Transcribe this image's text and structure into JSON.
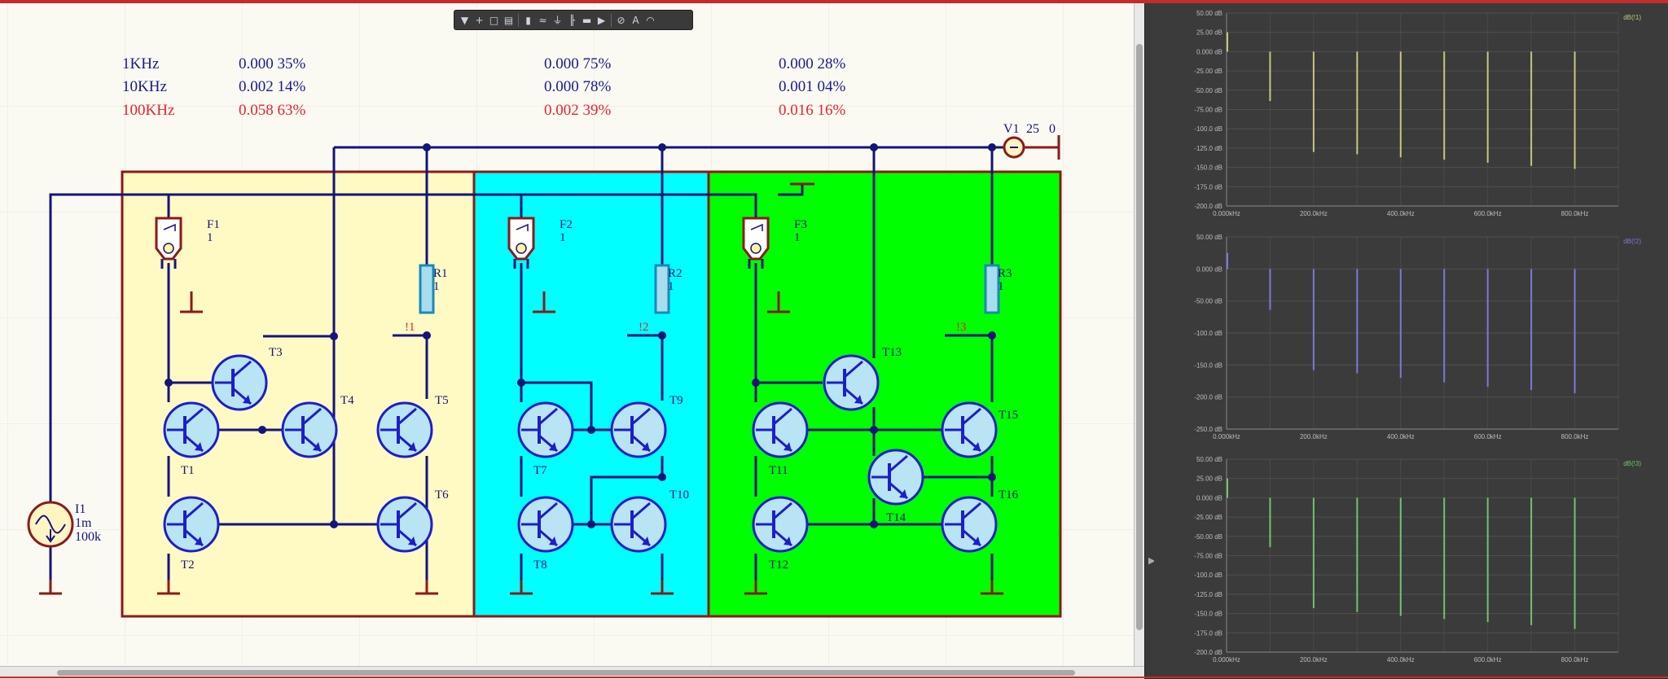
{
  "toolbar": {
    "buttons": [
      {
        "icon": "filter-icon",
        "glyph": "▼"
      },
      {
        "icon": "add-icon",
        "glyph": "+"
      },
      {
        "icon": "select-rect-icon",
        "glyph": "□"
      },
      {
        "icon": "align-icon",
        "glyph": "▤"
      },
      {
        "icon": "part-icon",
        "glyph": "▮"
      },
      {
        "icon": "wire-icon",
        "glyph": "≈"
      },
      {
        "icon": "ground-icon",
        "glyph": "⏚"
      },
      {
        "icon": "bus-icon",
        "glyph": "╟"
      },
      {
        "icon": "sheet-icon",
        "glyph": "▬"
      },
      {
        "icon": "port-icon",
        "glyph": "▶"
      },
      {
        "icon": "source-icon",
        "glyph": "⊘"
      },
      {
        "icon": "text-icon",
        "glyph": "A"
      },
      {
        "icon": "arc-icon",
        "glyph": "◠"
      }
    ]
  },
  "measurements": {
    "rows": [
      {
        "freq": "1KHz",
        "values": [
          "0.000 35%",
          "0.000 75%",
          "0.000 28%"
        ],
        "color": "#1a1a8a"
      },
      {
        "freq": "10KHz",
        "values": [
          "0.002 14%",
          "0.000 78%",
          "0.001 04%"
        ],
        "color": "#1a1a8a"
      },
      {
        "freq": "100KHz",
        "values": [
          "0.058 63%",
          "0.002 39%",
          "0.016 16%"
        ],
        "color": "#e8222a"
      }
    ]
  },
  "schematic": {
    "panel_colors": {
      "left": "#fff9c4",
      "middle": "#00ffff",
      "right": "#00ff00"
    },
    "fuses": [
      {
        "ref": "F1",
        "value": "1"
      },
      {
        "ref": "F2",
        "value": "1"
      },
      {
        "ref": "F3",
        "value": "1"
      }
    ],
    "resistors": [
      {
        "ref": "R1",
        "value": "1"
      },
      {
        "ref": "R2",
        "value": "1"
      },
      {
        "ref": "R3",
        "value": "1"
      }
    ],
    "probes": [
      "!1",
      "!2",
      "!3"
    ],
    "transistors": [
      "T1",
      "T2",
      "T3",
      "T4",
      "T5",
      "T6",
      "T7",
      "T8",
      "T9",
      "T10",
      "T11",
      "T12",
      "T13",
      "T14",
      "T15",
      "T16"
    ],
    "source_i1": {
      "ref": "I1",
      "line1": "1m",
      "line2": "100k"
    },
    "source_v1": {
      "ref": "V1",
      "value": "25",
      "extra": "0"
    }
  },
  "chart_data": [
    {
      "type": "bar",
      "trace": "dB(!1)",
      "color": "#c8c77a",
      "ylim": [
        -200,
        50
      ],
      "y_ticks": [
        "50.00 dB",
        "25.00 dB",
        "0.000 dB",
        "-25.00 dB",
        "-50.00 dB",
        "-75.00 dB",
        "-100.0 dB",
        "-125.0 dB",
        "-150.0 dB",
        "-175.0 dB",
        "-200.0 dB"
      ],
      "x_ticks": [
        "0.000kHz",
        "200.0kHz",
        "400.0kHz",
        "600.0kHz",
        "800.0kHz"
      ],
      "xlim": [
        0,
        900
      ],
      "x": [
        0,
        100,
        200,
        300,
        400,
        500,
        600,
        700,
        800
      ],
      "values": [
        25,
        -64,
        -130,
        -133,
        -137,
        -140,
        -144,
        -148,
        -152
      ]
    },
    {
      "type": "bar",
      "trace": "dB(!2)",
      "color": "#7a7bd6",
      "ylim": [
        -250,
        50
      ],
      "y_ticks": [
        "50.00 dB",
        "0.000 dB",
        "-50.00 dB",
        "-100.0 dB",
        "-150.0 dB",
        "-200.0 dB",
        "-250.0 dB"
      ],
      "x_ticks": [
        "0.000kHz",
        "200.0kHz",
        "400.0kHz",
        "600.0kHz",
        "800.0kHz"
      ],
      "xlim": [
        0,
        900
      ],
      "x": [
        0,
        100,
        200,
        300,
        400,
        500,
        600,
        700,
        800
      ],
      "values": [
        25,
        -64,
        -158,
        -163,
        -170,
        -177,
        -184,
        -189,
        -194
      ]
    },
    {
      "type": "bar",
      "trace": "dB(!3)",
      "color": "#6fc46f",
      "ylim": [
        -200,
        50
      ],
      "y_ticks": [
        "50.00 dB",
        "25.00 dB",
        "0.000 dB",
        "-25.00 dB",
        "-50.00 dB",
        "-75.00 dB",
        "-100.0 dB",
        "-125.0 dB",
        "-150.0 dB",
        "-175.0 dB",
        "-200.0 dB"
      ],
      "x_ticks": [
        "0.000kHz",
        "200.0kHz",
        "400.0kHz",
        "600.0kHz",
        "800.0kHz"
      ],
      "xlim": [
        0,
        900
      ],
      "x": [
        0,
        100,
        200,
        300,
        400,
        500,
        600,
        700,
        800
      ],
      "values": [
        25,
        -64,
        -143,
        -148,
        -153,
        -157,
        -161,
        -165,
        -170
      ]
    }
  ]
}
